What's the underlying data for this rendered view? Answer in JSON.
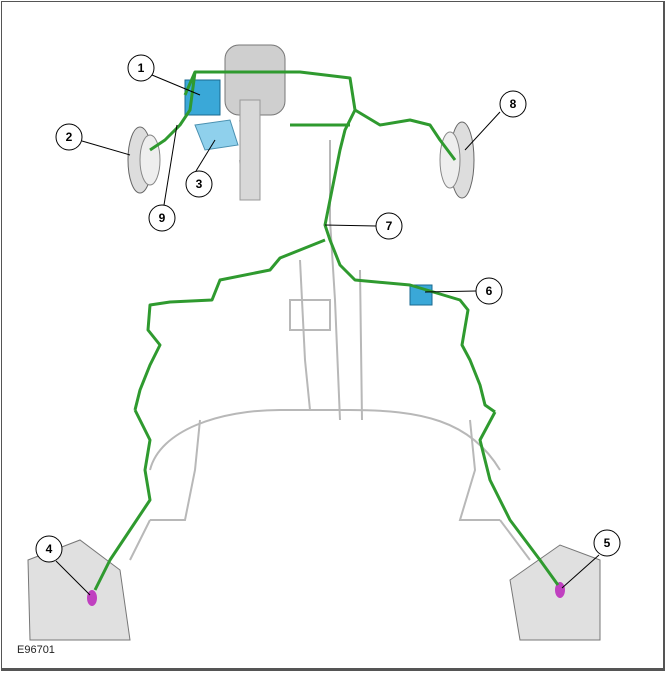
{
  "figure_id": "E96701",
  "callouts": [
    "1",
    "2",
    "3",
    "4",
    "5",
    "6",
    "7",
    "8",
    "9"
  ],
  "colors": {
    "brake_line": "#2f9a2f",
    "component_blue": "#3aa8d8",
    "caliper_magenta": "#c040c0",
    "grey_parts": "#bbbbbb"
  }
}
